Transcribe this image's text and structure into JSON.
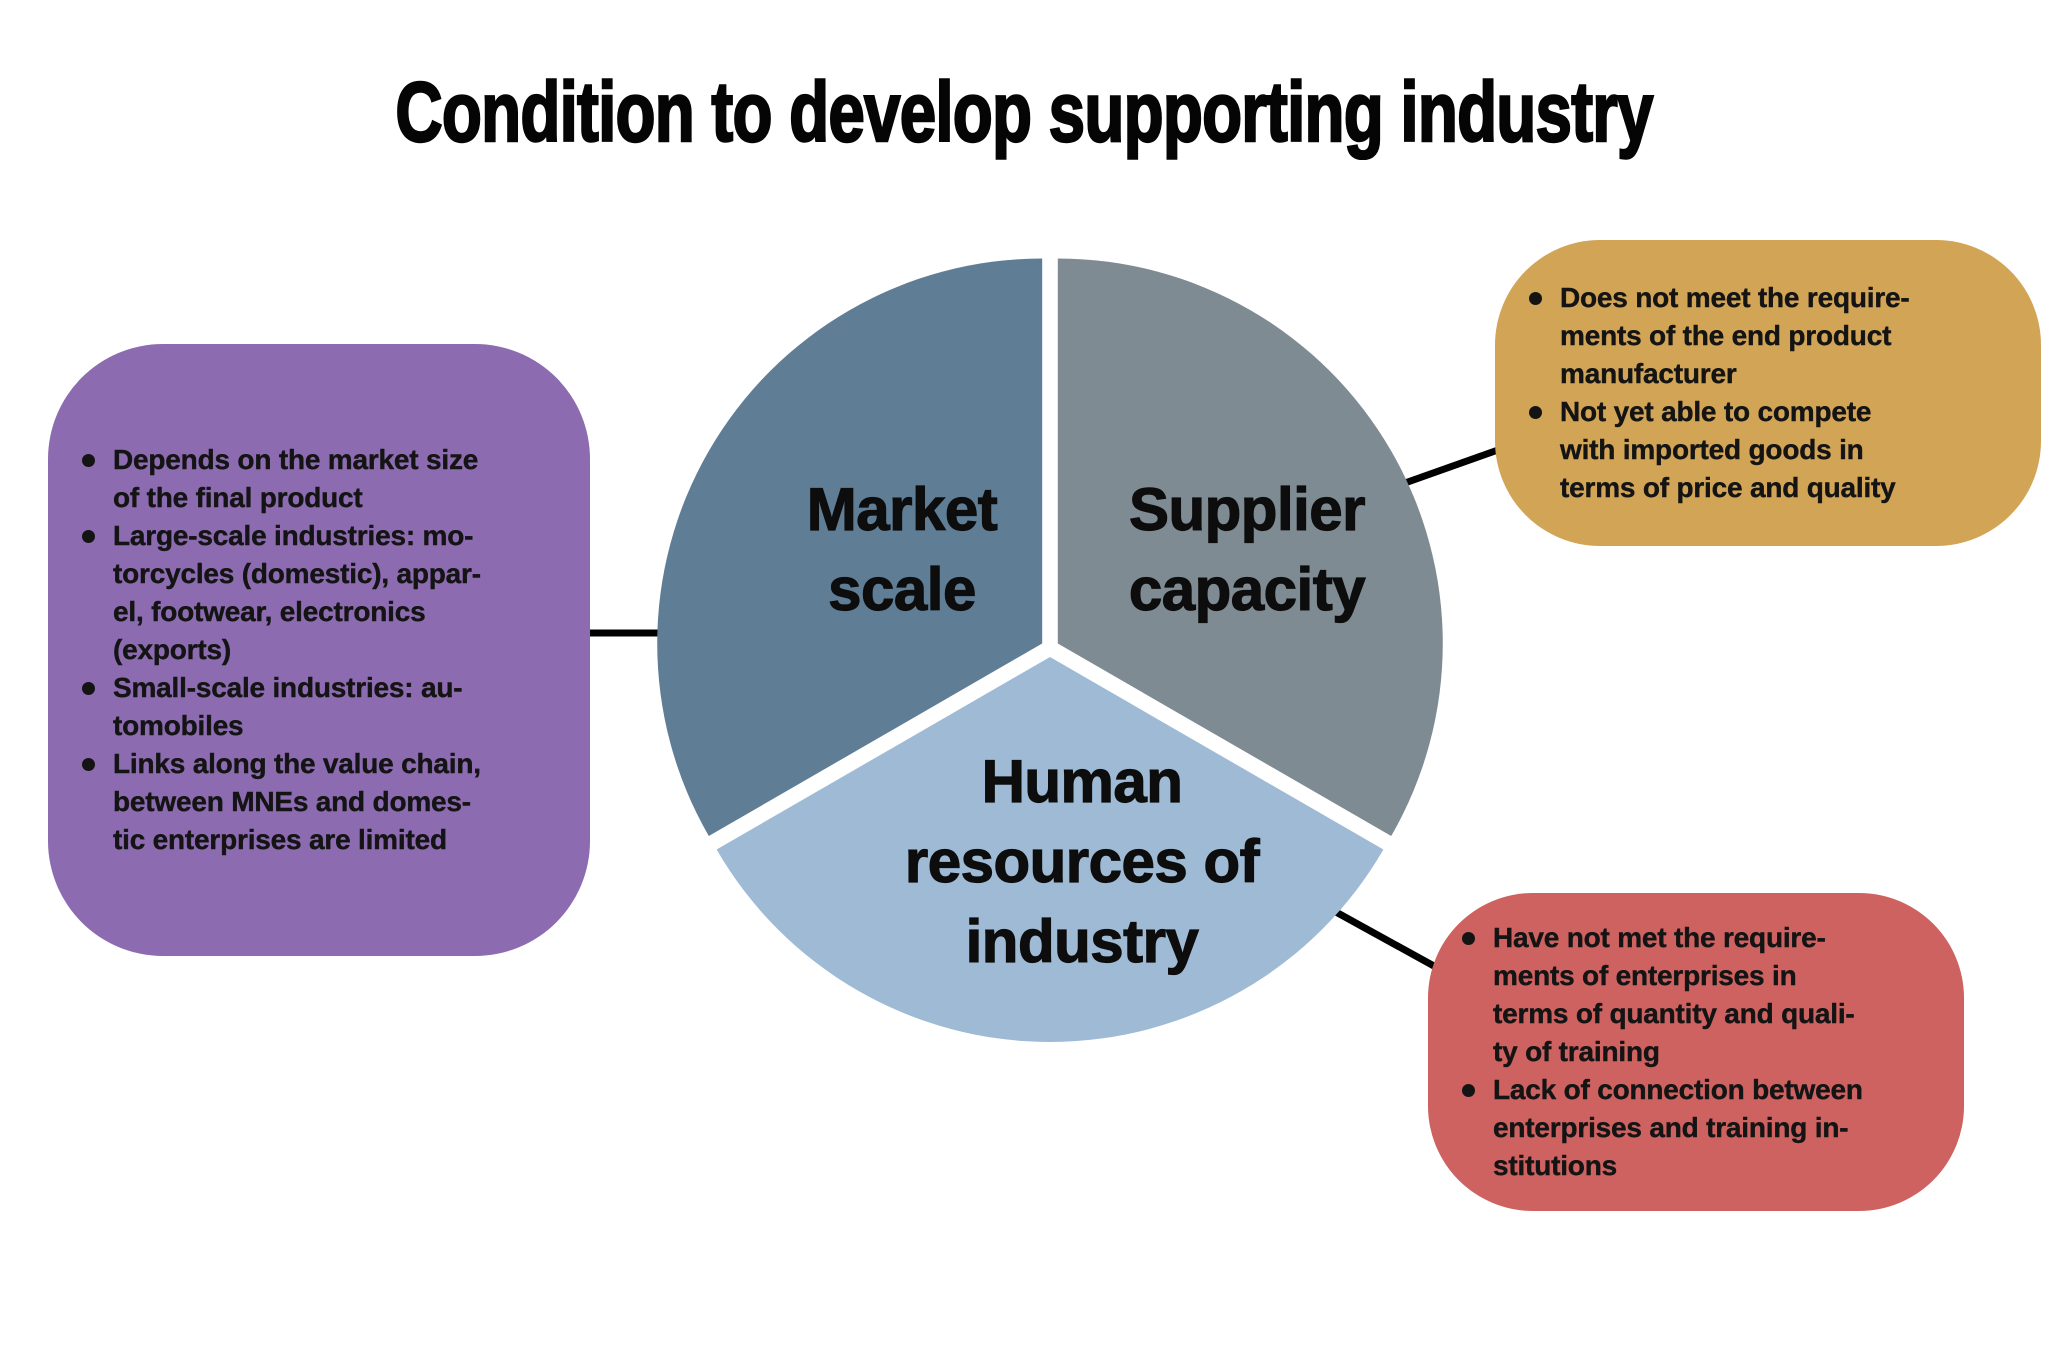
{
  "title": "Condition to develop supporting industry",
  "pie": {
    "segments": [
      {
        "id": "market-scale",
        "label": "Market scale",
        "color": "#607D96"
      },
      {
        "id": "supplier-capacity",
        "label": "Supplier capacity",
        "color": "#7F8B93"
      },
      {
        "id": "human-resources",
        "label": "Human resources of industry",
        "color": "#9FBAD4"
      }
    ]
  },
  "callouts": [
    {
      "id": "market-scale-notes",
      "color": "#8C6BB1",
      "bullets": [
        "Depends on the market size\nof the final product",
        "Large-scale industries: mo-\ntorcycles (domestic), appar-\nel, footwear, electronics\n(exports)",
        "Small-scale industries: au-\ntomobiles",
        "Links along the value chain,\nbetween MNEs and domes-\ntic enterprises are limited"
      ]
    },
    {
      "id": "supplier-capacity-notes",
      "color": "#D2A455",
      "bullets": [
        "Does not meet the require-\nments of the end product\nmanufacturer",
        "Not yet able to compete\nwith imported goods in\nterms of price and quality"
      ]
    },
    {
      "id": "human-resources-notes",
      "color": "#CD6260",
      "bullets": [
        "Have not met the require-\nments of enterprises in\nterms of quantity and quali-\nty of training",
        "Lack of connection between\nenterprises and training in-\nstitutions"
      ]
    }
  ]
}
